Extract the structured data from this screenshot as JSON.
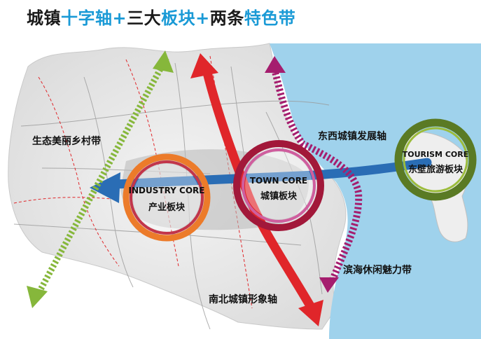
{
  "title": {
    "part1": "城镇",
    "part2": "十字轴",
    "plus1": "+",
    "part3": "三大",
    "part4": "板块",
    "plus2": "+",
    "part5": "两条",
    "part6": "特色带"
  },
  "labels": {
    "eco_belt": "生态美丽乡村带",
    "ew_axis": "东西城镇发展轴",
    "coastal_belt": "滨海休闲魅力带",
    "ns_axis": "南北城镇形象轴"
  },
  "cores": {
    "industry": {
      "en": "INDUSTRY CORE",
      "zh": "产业板块"
    },
    "town": {
      "en": "TOWN CORE",
      "zh": "城镇板块"
    },
    "tourism": {
      "en": "TOURISM CORE",
      "zh": "东壁旅游板块"
    }
  },
  "colors": {
    "title_dark": "#1a1a1a",
    "title_blue": "#1a9ad6",
    "sea": "#9fd2ec",
    "red_axis": "#e0262a",
    "blue_axis": "#2a6db5",
    "green_belt": "#86b73b",
    "magenta_belt": "#a51d6e",
    "industry_ring": "#ec7b2a",
    "town_ring": "#a2183a",
    "tourism_ring": "#5a7a24"
  }
}
